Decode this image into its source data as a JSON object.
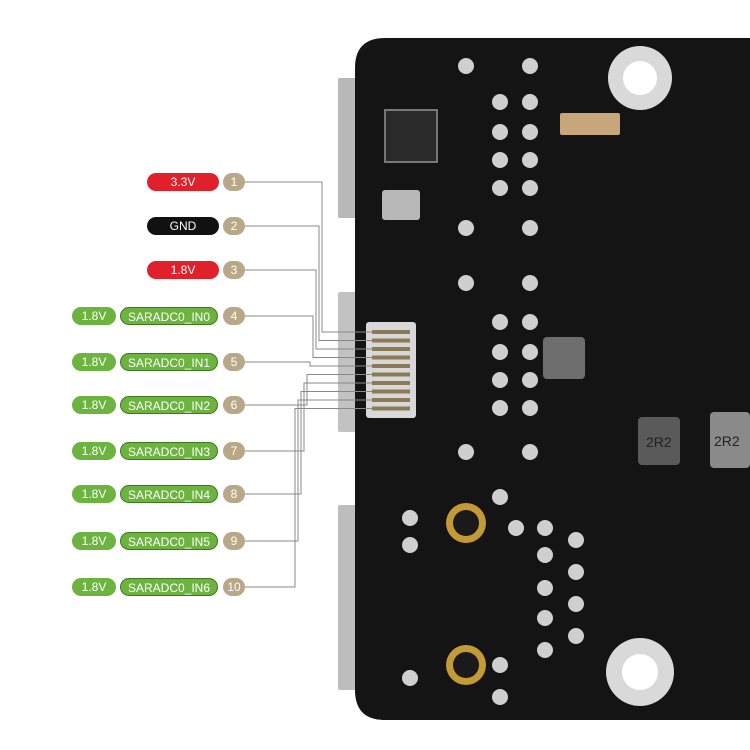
{
  "colors": {
    "board": "#141414",
    "voltage_red": "#e0202a",
    "gnd_black": "#111111",
    "signal_green": "#6db33f",
    "pin_number": "#b8a887",
    "wire": "#888888"
  },
  "pins": [
    {
      "number": "1",
      "voltage": "3.3V",
      "voltage_color": "red",
      "signal": ""
    },
    {
      "number": "2",
      "voltage": "GND",
      "voltage_color": "black",
      "signal": ""
    },
    {
      "number": "3",
      "voltage": "1.8V",
      "voltage_color": "red",
      "signal": ""
    },
    {
      "number": "4",
      "voltage": "1.8V",
      "voltage_color": "green",
      "signal": "SARADC0_IN0"
    },
    {
      "number": "5",
      "voltage": "1.8V",
      "voltage_color": "green",
      "signal": "SARADC0_IN1"
    },
    {
      "number": "6",
      "voltage": "1.8V",
      "voltage_color": "green",
      "signal": "SARADC0_IN2"
    },
    {
      "number": "7",
      "voltage": "1.8V",
      "voltage_color": "green",
      "signal": "SARADC0_IN3"
    },
    {
      "number": "8",
      "voltage": "1.8V",
      "voltage_color": "green",
      "signal": "SARADC0_IN4"
    },
    {
      "number": "9",
      "voltage": "1.8V",
      "voltage_color": "green",
      "signal": "SARADC0_IN5"
    },
    {
      "number": "10",
      "voltage": "1.8V",
      "voltage_color": "green",
      "signal": "SARADC0_IN6"
    }
  ],
  "board_markings": {
    "chip_a": "2R2",
    "chip_b": "2R2"
  }
}
